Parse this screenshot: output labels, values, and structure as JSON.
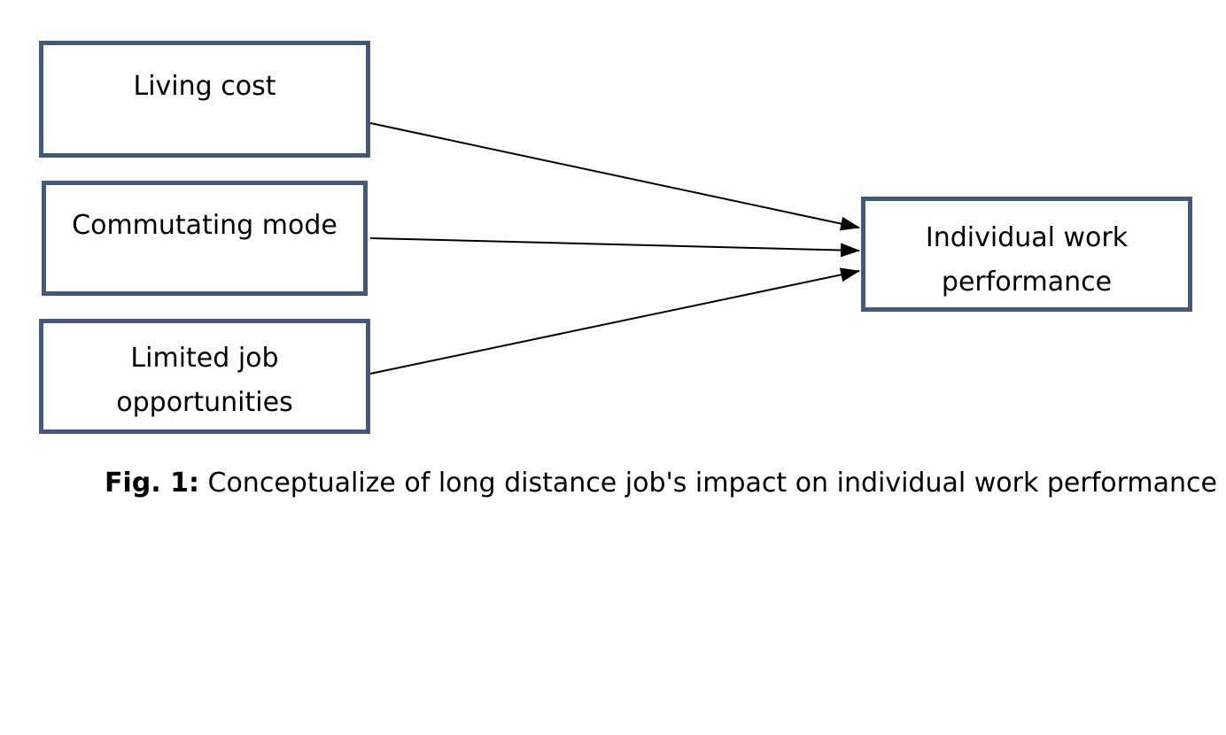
{
  "diagram": {
    "nodes": {
      "living_cost": {
        "lines": [
          "Living cost"
        ]
      },
      "commuting_mode": {
        "lines": [
          "Commutating mode"
        ]
      },
      "limited_jobs": {
        "lines": [
          "Limited job",
          "opportunities"
        ]
      },
      "work_performance": {
        "lines": [
          "Individual work",
          "performance"
        ]
      }
    },
    "edges": [
      {
        "from": "living_cost",
        "to": "work_performance"
      },
      {
        "from": "commuting_mode",
        "to": "work_performance"
      },
      {
        "from": "limited_jobs",
        "to": "work_performance"
      }
    ],
    "colors": {
      "box_border": "#44587a",
      "arrow": "#000000"
    }
  },
  "caption": {
    "label": "Fig. 1:",
    "text": " Conceptualize of long distance job's impact on individual work performance"
  }
}
